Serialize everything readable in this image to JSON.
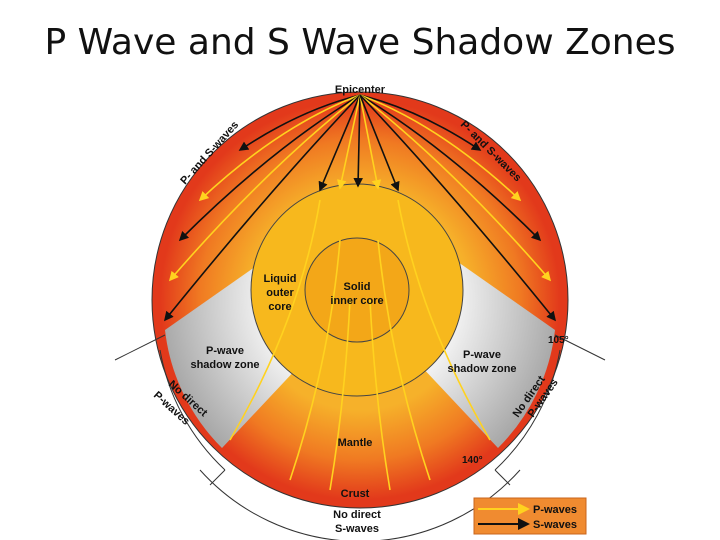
{
  "title": "P Wave and S Wave Shadow Zones",
  "labels": {
    "epicenter": "Epicenter",
    "ps_left": "P- and S-waves",
    "ps_right": "P- and S-waves",
    "outer_core": [
      "Liquid",
      "outer",
      "core"
    ],
    "inner_core": [
      "Solid",
      "inner core"
    ],
    "p_shadow_left": [
      "P-wave",
      "shadow zone"
    ],
    "p_shadow_right": [
      "P-wave",
      "shadow zone"
    ],
    "no_p_left": [
      "No direct",
      "P-waves"
    ],
    "no_p_right": [
      "No direct",
      "P-waves"
    ],
    "mantle": "Mantle",
    "crust": "Crust",
    "no_s": [
      "No direct",
      "S-waves"
    ],
    "angle_105": "105°",
    "angle_140": "140°"
  },
  "legend": {
    "p_waves": "P-waves",
    "s_waves": "S-waves"
  },
  "colors": {
    "mantle_outer": "#e83a1c",
    "mantle_inner": "#f5a623",
    "outer_core": "#f7b81d",
    "inner_core": "#f3a718",
    "shadow_zone": "#c8c8c8",
    "p_wave": "#ffd21f",
    "s_wave": "#111111",
    "legend_bg": "#f08b30"
  }
}
